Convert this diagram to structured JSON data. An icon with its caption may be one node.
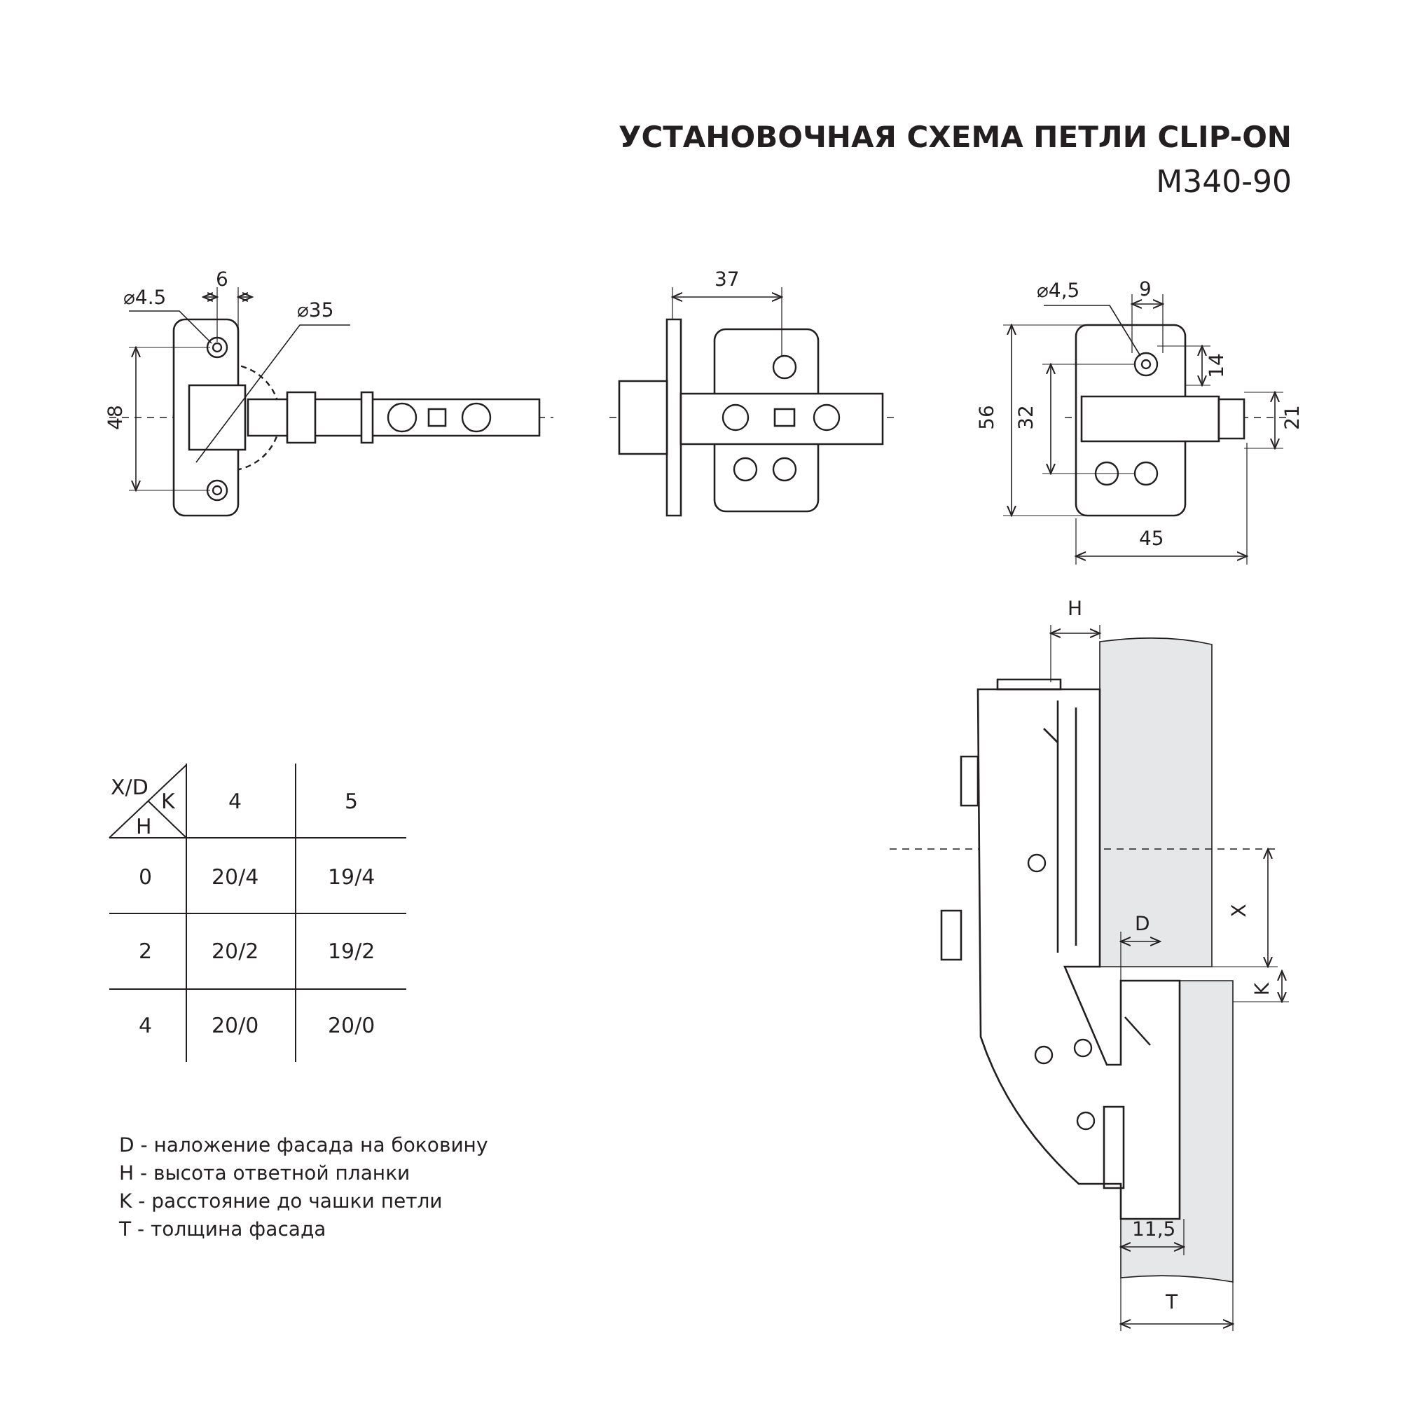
{
  "diagram": {
    "title": "УСТАНОВОЧНАЯ СХЕМА ПЕТЛИ CLIP-ON",
    "labels": [
      "M340-90",
      "⌀4.5",
      "6",
      "⌀35",
      "48",
      "37",
      "⌀4,5",
      "9",
      "14",
      "56",
      "32",
      "21",
      "45",
      "H",
      "X",
      "D",
      "K",
      "11,5",
      "T",
      "X/D",
      "K",
      "H",
      "4",
      "5",
      "0",
      "20/4",
      "19/4",
      "2",
      "20/2",
      "19/2",
      "4",
      "20/0",
      "20/0",
      "D - наложение фасада на боковину",
      "H - высота ответной планки",
      "K - расстояние до чашки петли",
      "T - толщина фасада"
    ]
  }
}
